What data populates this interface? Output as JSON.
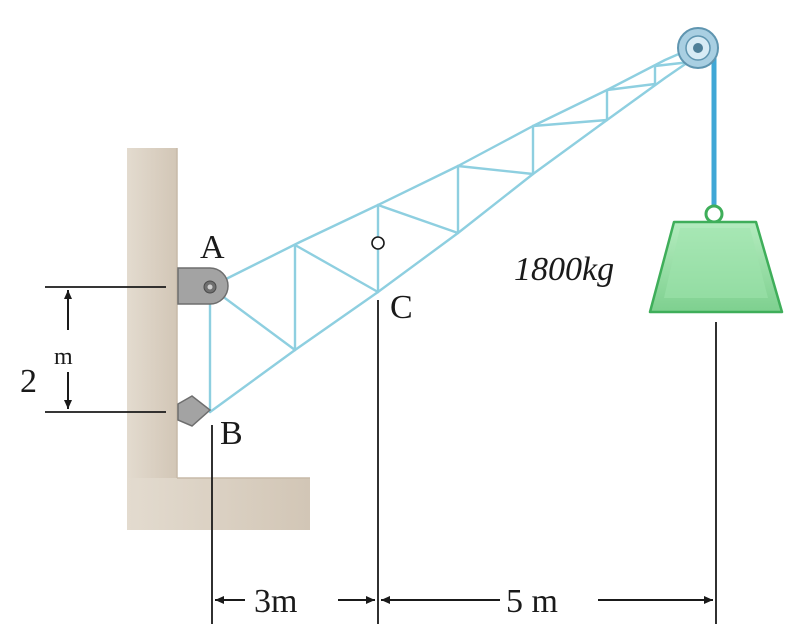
{
  "labels": {
    "pin_a": "A",
    "pin_b": "B",
    "point_c": "C",
    "mass": "1800kg",
    "dim_height_value": "2",
    "dim_height_unit": "m",
    "dim_ab_to_c": "3m",
    "dim_c_to_load": "5 m"
  },
  "colors": {
    "wall": "#ddd3c6",
    "truss": "#8ecfe0",
    "cable": "#3fa7d6",
    "weight_fill": "#8fdca0",
    "weight_edge": "#3fae5a",
    "pulley": "#8fbcd4",
    "support": "#9a9a9a",
    "ink": "#1a1a1a"
  },
  "icons": {
    "pulley": "pulley-icon",
    "weight": "weight-icon",
    "pin_support_a": "pin-support-icon",
    "pin_support_b": "rocker-support-icon"
  }
}
